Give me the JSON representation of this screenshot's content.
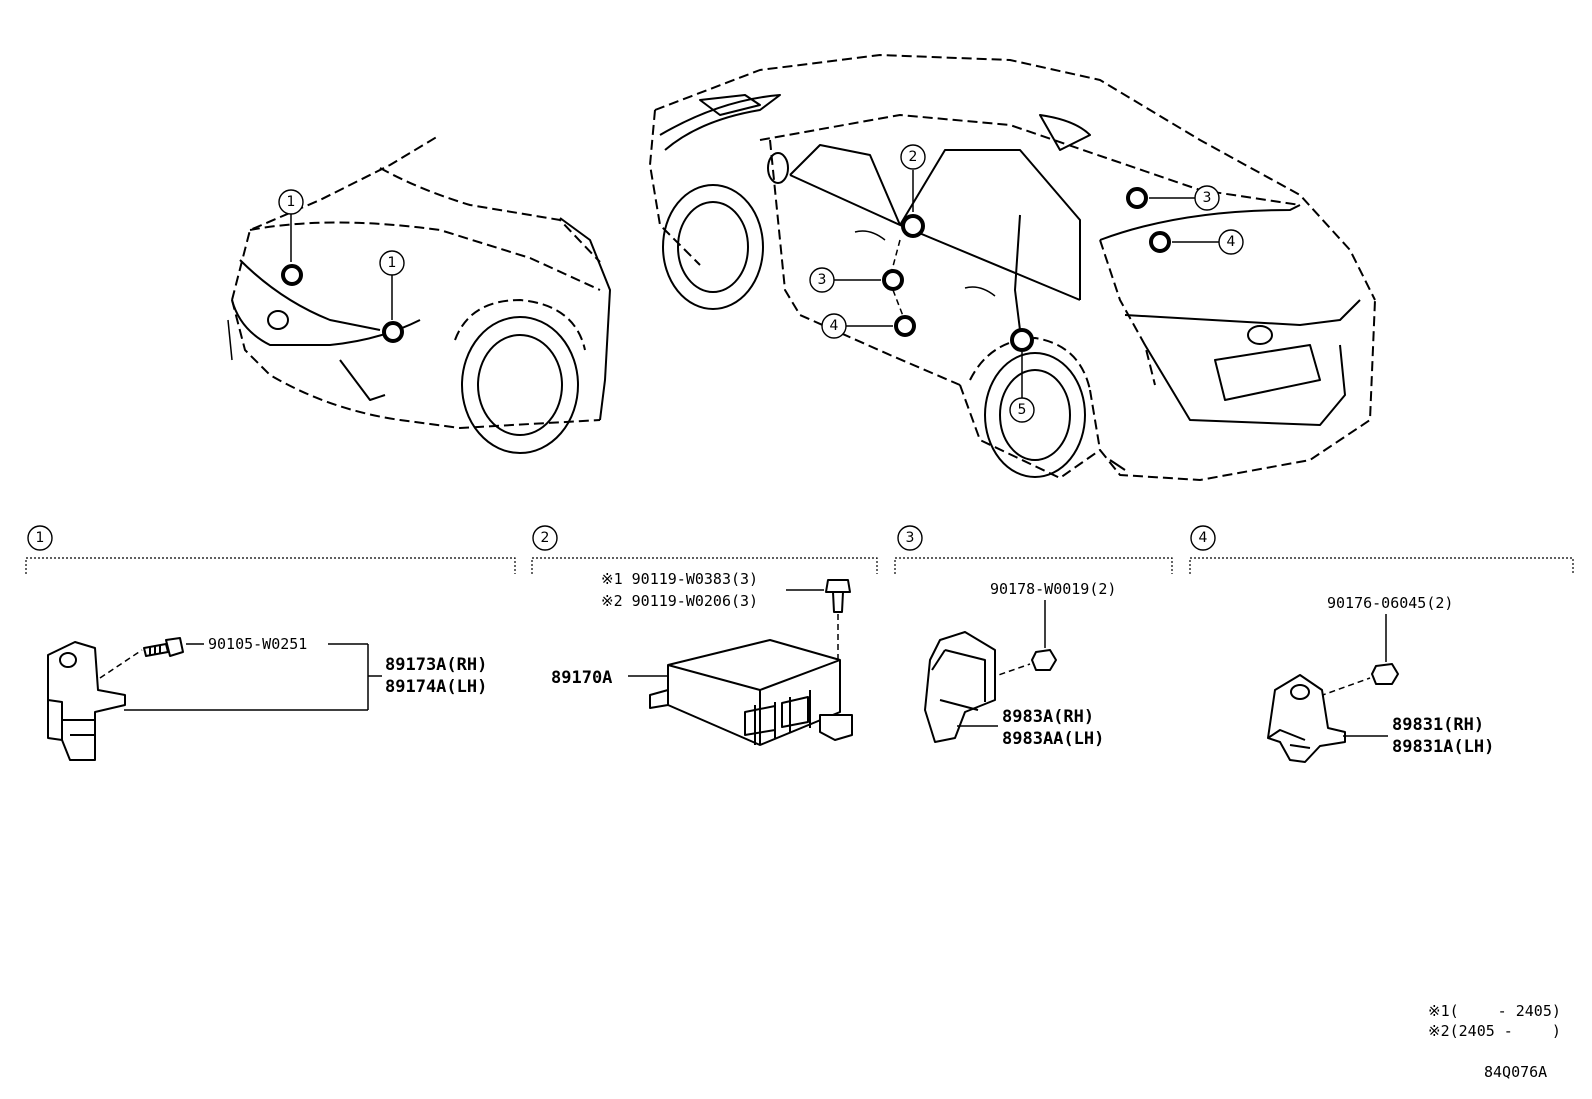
{
  "callouts": {
    "c1": "1",
    "c2": "2",
    "c3": "3",
    "c4": "4",
    "c5": "5"
  },
  "sections": [
    {
      "number": "1"
    },
    {
      "number": "2"
    },
    {
      "number": "3"
    },
    {
      "number": "4"
    }
  ],
  "section1": {
    "bolt_part": "90105-W0251",
    "sensor_rh": "89173A(RH)",
    "sensor_lh": "89174A(LH)"
  },
  "section2": {
    "bolt_note1": "※1 90119-W0383(3)",
    "bolt_note2": "※2 90119-W0206(3)",
    "ecu_part": "89170A"
  },
  "section3": {
    "nut_part": "90178-W0019(2)",
    "sensor_rh": "8983A(RH)",
    "sensor_lh": "8983AA(LH)"
  },
  "section4": {
    "nut_part": "90176-06045(2)",
    "sensor_rh": "89831(RH)",
    "sensor_lh": "89831A(LH)"
  },
  "footnotes": {
    "note1": "※1(　　 - 2405)",
    "note2": "※2(2405 -　　 )",
    "figure_code": "84Q076A"
  }
}
